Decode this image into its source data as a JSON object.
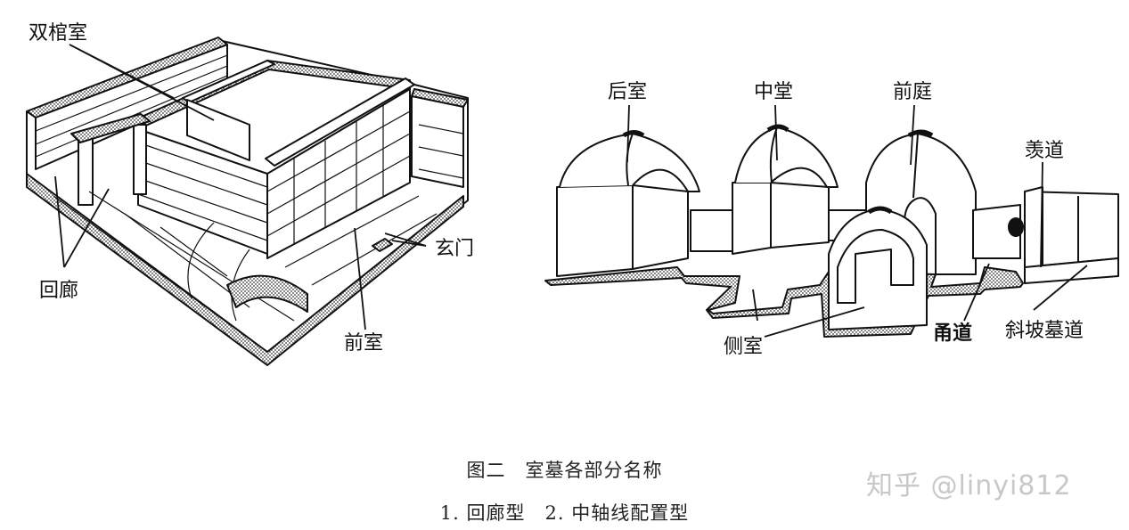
{
  "labels": {
    "shuangguanshi": "双棺室",
    "huilang": "回廊",
    "qianshi_left": "前室",
    "xuanmen": "玄门",
    "houshi": "后室",
    "zhongtang": "中堂",
    "qianting": "前庭",
    "xiandao": "羡道",
    "ceshi": "侧室",
    "yongdao": "甬道",
    "xiepo_mudao": "斜坡墓道"
  },
  "caption": {
    "line1": "图二　室墓各部分名称",
    "line2": "1. 回廊型　2. 中轴线配置型"
  },
  "watermark": "知乎 @linyi812"
}
